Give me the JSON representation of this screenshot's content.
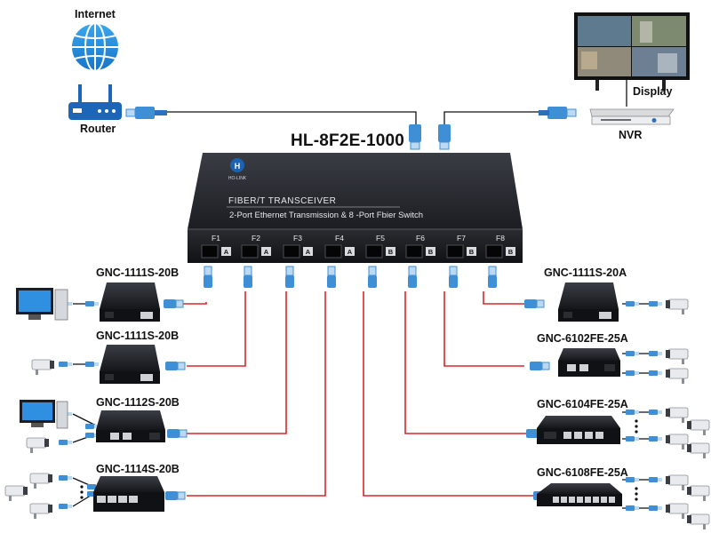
{
  "header": {
    "title": "HL-8F2E-1000"
  },
  "top": {
    "internet": "Internet",
    "router": "Router",
    "display": "Display",
    "nvr": "NVR"
  },
  "switch": {
    "brand": "HO-LINK",
    "line1": "FIBER/T  TRANSCEIVER",
    "line2": "2-Port Ethernet Transmission & 8 -Port Fbier Switch",
    "ports": [
      {
        "name": "F1",
        "type": "A"
      },
      {
        "name": "F2",
        "type": "A"
      },
      {
        "name": "F3",
        "type": "A"
      },
      {
        "name": "F4",
        "type": "A"
      },
      {
        "name": "F5",
        "type": "B"
      },
      {
        "name": "F6",
        "type": "B"
      },
      {
        "name": "F7",
        "type": "B"
      },
      {
        "name": "F8",
        "type": "B"
      }
    ]
  },
  "left_devices": [
    {
      "model": "GNC-1111S-20B",
      "endpoint": "pc-icon"
    },
    {
      "model": "GNC-1111S-20B",
      "endpoint": "camera-icon"
    },
    {
      "model": "GNC-1112S-20B",
      "endpoint": "pc-and-camera-icon"
    },
    {
      "model": "GNC-1114S-20B",
      "endpoint": "camera-group-icon"
    }
  ],
  "right_devices": [
    {
      "model": "GNC-1111S-20A",
      "endpoint": "camera-icon"
    },
    {
      "model": "GNC-6102FE-25A",
      "endpoint": "camera-pair-icon"
    },
    {
      "model": "GNC-6104FE-25A",
      "endpoint": "camera-group-icon"
    },
    {
      "model": "GNC-6108FE-25A",
      "endpoint": "camera-group-icon"
    }
  ],
  "colors": {
    "fiber": "#d9262e",
    "ethernet": "#111111",
    "connector": "#3f8fd6",
    "device": "#1d1f24",
    "accent": "#2a6fc0"
  }
}
